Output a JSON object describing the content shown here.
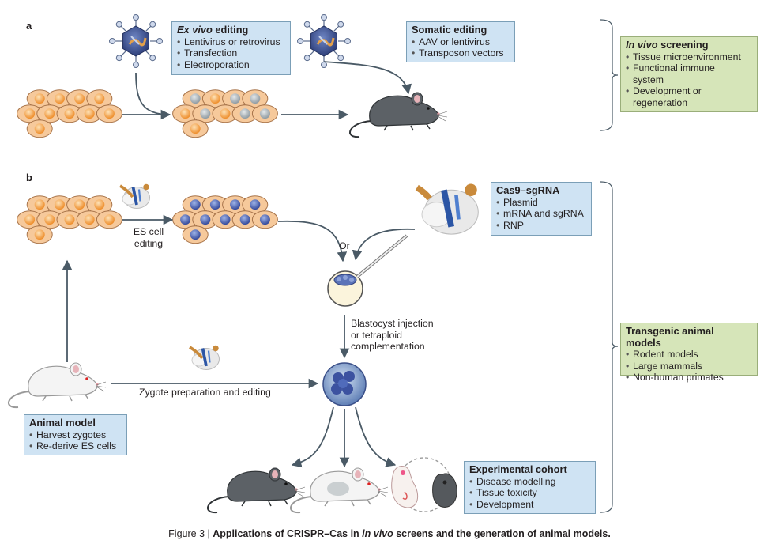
{
  "panels": {
    "a": "a",
    "b": "b"
  },
  "ex_vivo": {
    "title_italic": "Ex vivo",
    "title_rest": " editing",
    "items": [
      "Lentivirus or retrovirus",
      "Transfection",
      "Electroporation"
    ]
  },
  "somatic": {
    "title": "Somatic editing",
    "items": [
      "AAV or lentivirus",
      "Transposon vectors"
    ]
  },
  "in_vivo": {
    "title_italic": "In vivo",
    "title_rest": " screening",
    "items": [
      "Tissue microenvironment",
      "Functional immune",
      "system",
      "Development or",
      "regeneration"
    ]
  },
  "cas9": {
    "title": "Cas9–sgRNA",
    "items": [
      "Plasmid",
      "mRNA and sgRNA",
      "RNP"
    ]
  },
  "transgenic": {
    "title": "Transgenic animal models",
    "items": [
      "Rodent models",
      "Large mammals",
      "Non-human primates"
    ]
  },
  "animal_model": {
    "title": "Animal model",
    "items": [
      "Harvest zygotes",
      "Re-derive ES cells"
    ]
  },
  "cohort": {
    "title": "Experimental cohort",
    "items": [
      "Disease modelling",
      "Tissue toxicity",
      "Development"
    ]
  },
  "labels": {
    "es_cell_1": "ES cell",
    "es_cell_2": "editing",
    "or": "Or",
    "blast_1": "Blastocyst injection",
    "blast_2": "or tetraploid",
    "blast_3": "complementation",
    "zygote": "Zygote preparation and editing"
  },
  "caption": {
    "prefix": "Figure 3 | ",
    "title_a": "Applications of CRISPR–Cas in ",
    "title_italic": "in vivo",
    "title_b": " screens and the generation of animal models."
  },
  "colors": {
    "cell_fill": "#f6c99b",
    "nucleus_orange": "#f29a3b",
    "nucleus_grey": "#a8b2b8",
    "nucleus_blue": "#4a63a8",
    "arrow": "#4a5a66",
    "mouse_dark": "#5c6166",
    "mouse_white": "#f4f4f4",
    "box_blue": "#cfe3f3",
    "box_green": "#d6e5b9"
  }
}
